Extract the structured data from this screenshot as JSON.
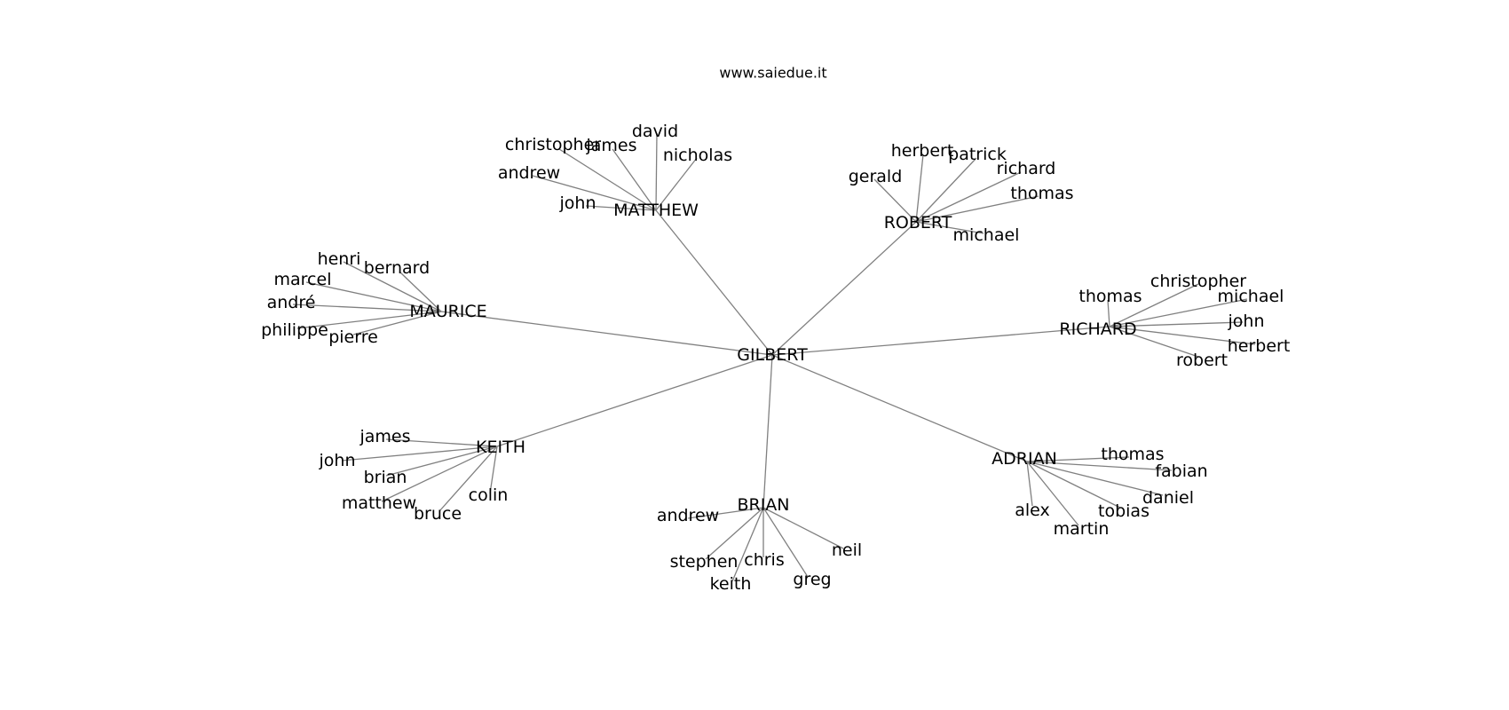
{
  "caption": "www.saiedue.it",
  "graph": {
    "root": "GILBERT",
    "groups": [
      {
        "name": "MATTHEW",
        "children": [
          "christopher",
          "james",
          "david",
          "nicholas",
          "andrew",
          "john"
        ]
      },
      {
        "name": "ROBERT",
        "children": [
          "herbert",
          "patrick",
          "gerald",
          "richard",
          "thomas",
          "michael"
        ]
      },
      {
        "name": "MAURICE",
        "children": [
          "henri",
          "bernard",
          "marcel",
          "andré",
          "philippe",
          "pierre"
        ]
      },
      {
        "name": "RICHARD",
        "children": [
          "thomas",
          "christopher",
          "michael",
          "john",
          "herbert",
          "robert"
        ]
      },
      {
        "name": "KEITH",
        "children": [
          "james",
          "john",
          "brian",
          "matthew",
          "bruce",
          "colin"
        ]
      },
      {
        "name": "BRIAN",
        "children": [
          "andrew",
          "stephen",
          "keith",
          "chris",
          "greg",
          "neil"
        ]
      },
      {
        "name": "ADRIAN",
        "children": [
          "thomas",
          "fabian",
          "daniel",
          "tobias",
          "martin",
          "alex"
        ]
      }
    ]
  }
}
